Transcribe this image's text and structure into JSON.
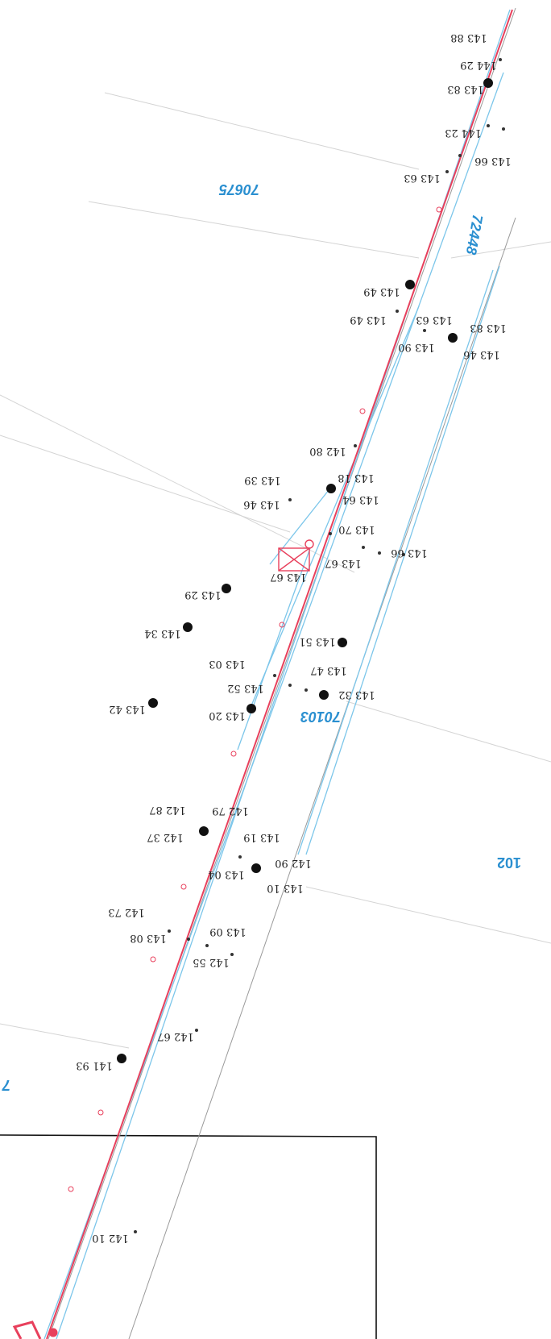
{
  "parcels": {
    "a": "70675",
    "b": "72448",
    "c": "70103",
    "d": "102",
    "e": "7"
  },
  "elevations": [
    "143 88",
    "144 29",
    "143 83",
    "144 23",
    "143 66",
    "143 63",
    "143 49",
    "143 49",
    "143 63",
    "143 83",
    "143 90",
    "143 46",
    "142 80",
    "143 39",
    "143 18",
    "143 46",
    "143 64",
    "143 70",
    "143 66",
    "143 67",
    "143 67",
    "143 29",
    "143 34",
    "143 51",
    "143 03",
    "143 47",
    "143 52",
    "143 32",
    "143 42",
    "143 20",
    "142 87",
    "142 79",
    "142 37",
    "143 19",
    "142 90",
    "143 04",
    "143 10",
    "142 73",
    "143 09",
    "143 08",
    "142 55",
    "142 67",
    "141 93",
    "142 10"
  ],
  "colors": {
    "road_red": "#e8405c",
    "line_cyan": "#7cc6ea",
    "line_grey": "#c9c9c9",
    "parcel_blue": "#2a8fd0",
    "frame": "#111111"
  }
}
